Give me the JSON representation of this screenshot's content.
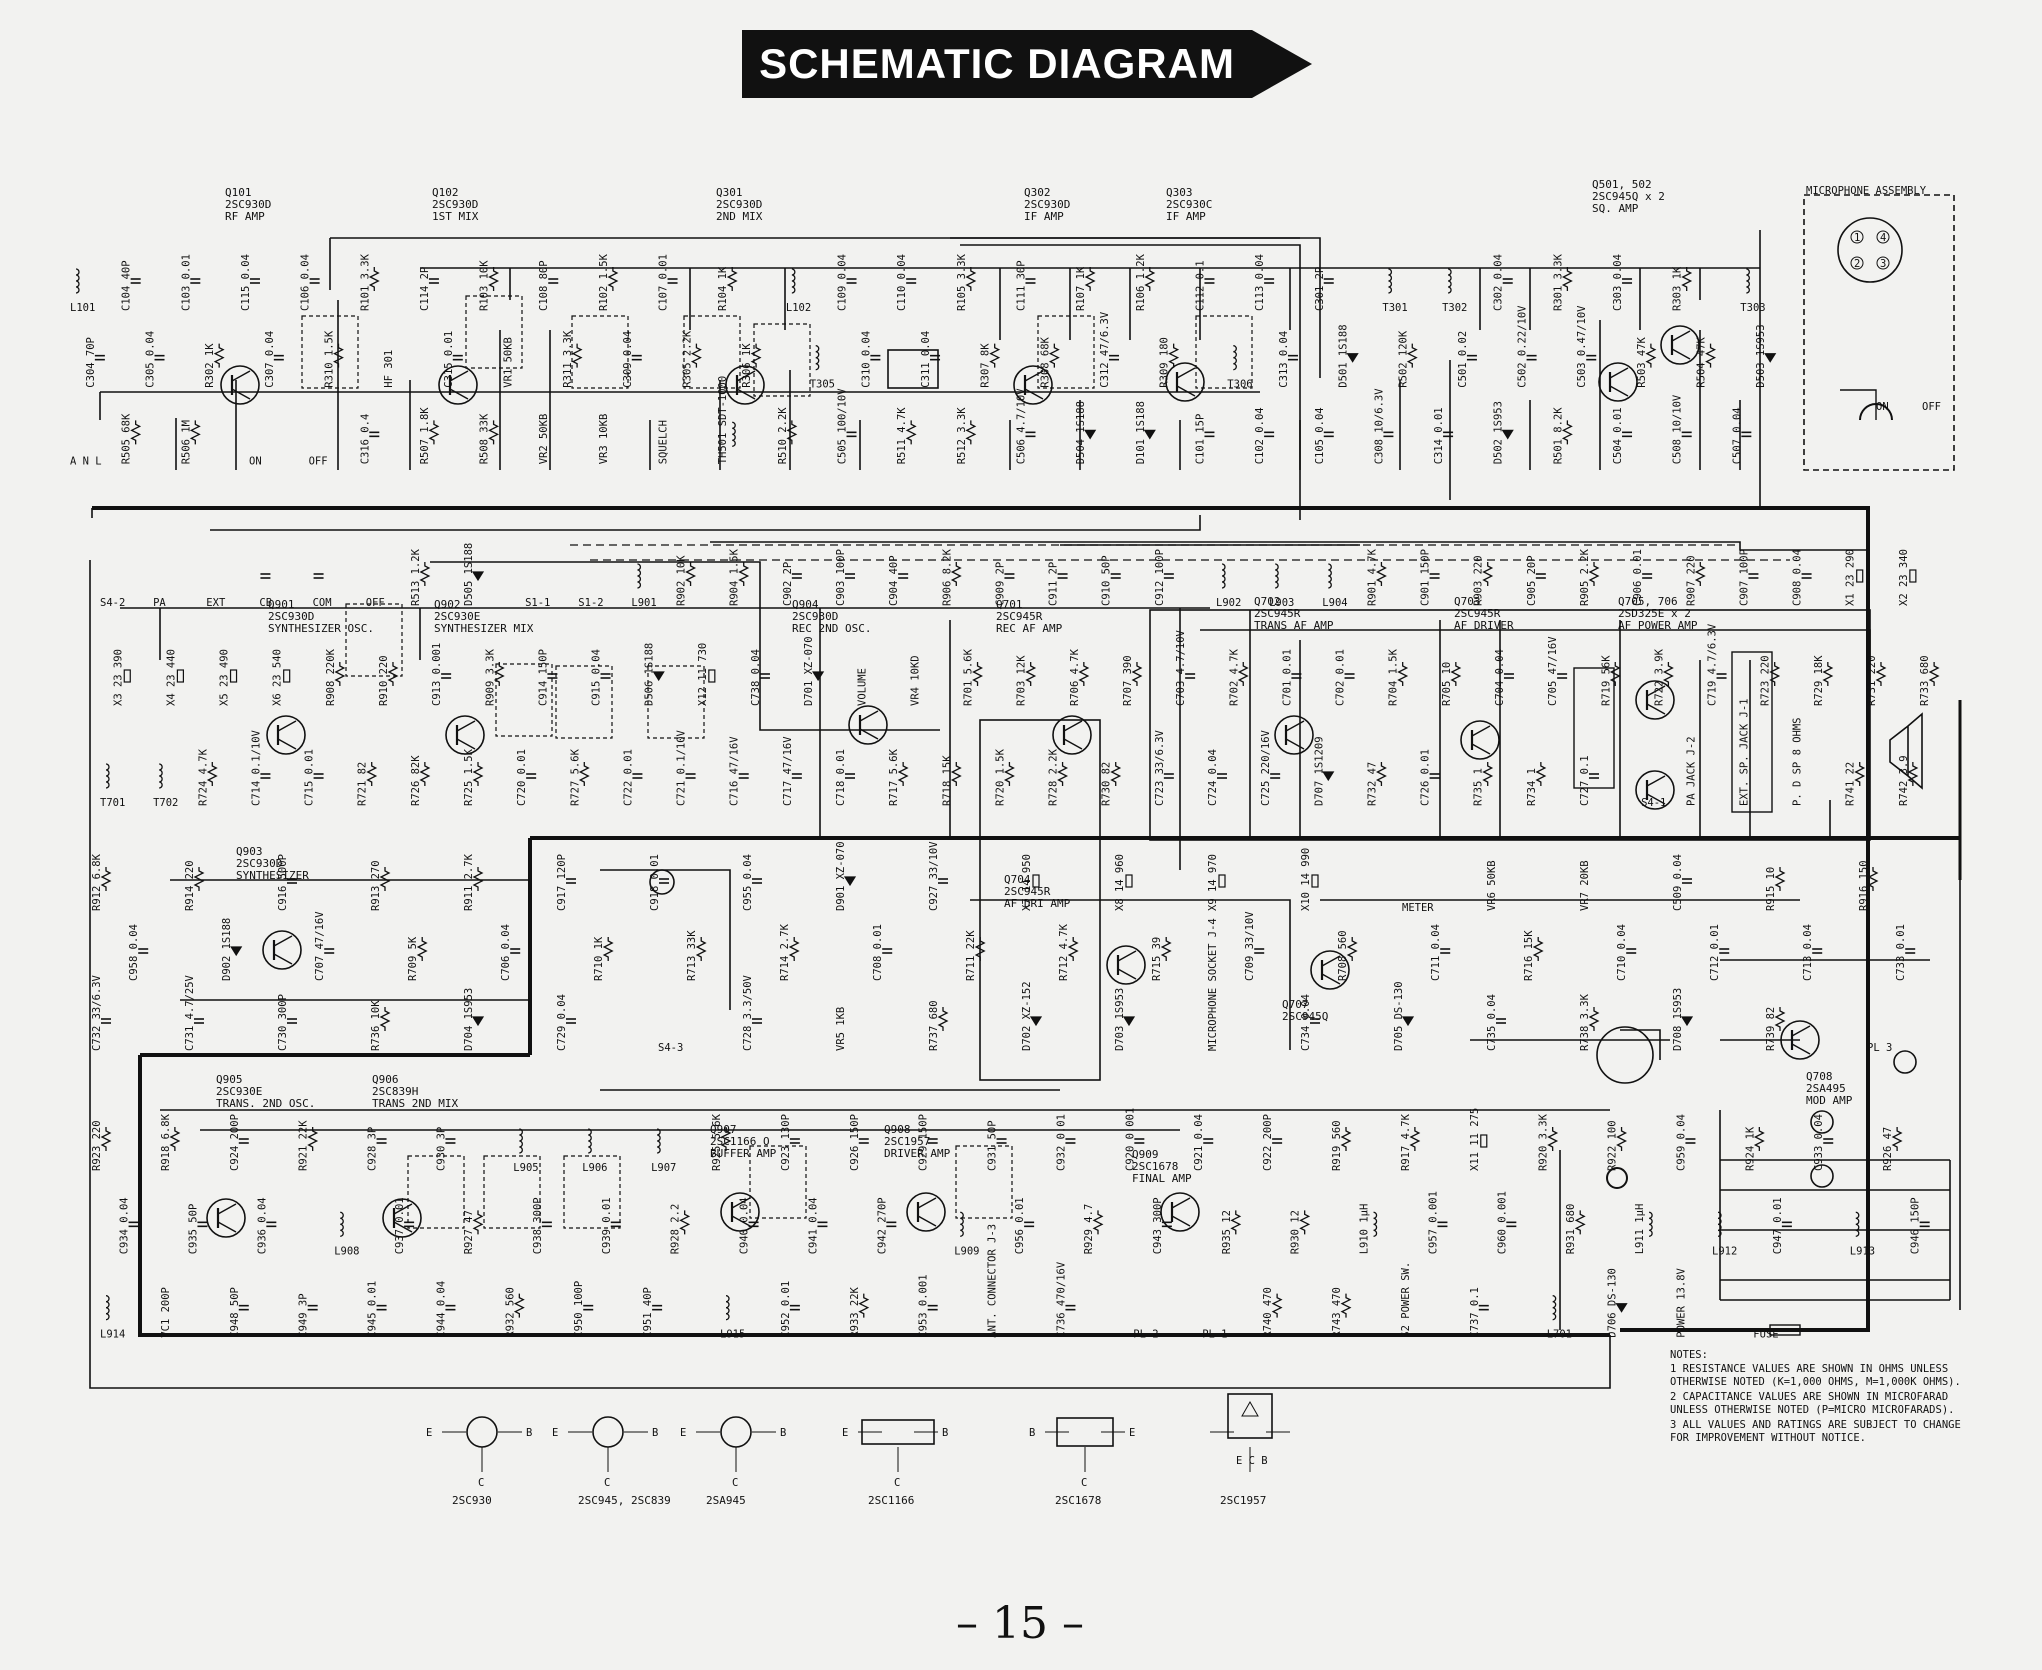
{
  "title": "SCHEMATIC DIAGRAM",
  "page_number": "– 15 –",
  "stage_titles": [
    {
      "ref": "Q101",
      "part": "2SC930D",
      "role": "RF AMP"
    },
    {
      "ref": "Q102",
      "part": "2SC930D",
      "role": "1ST MIX"
    },
    {
      "ref": "Q301",
      "part": "2SC930D",
      "role": "2ND MIX"
    },
    {
      "ref": "Q302",
      "part": "2SC930D",
      "role": "IF AMP"
    },
    {
      "ref": "Q303",
      "part": "2SC930C",
      "role": "IF AMP"
    },
    {
      "ref": "Q501, 502",
      "part": "2SC945Q x 2",
      "role": "SQ. AMP"
    },
    {
      "ref": "Q901",
      "part": "2SC930D",
      "role": "SYNTHESIZER OSC."
    },
    {
      "ref": "Q902",
      "part": "2SC930E",
      "role": "SYNTHESIZER MIX"
    },
    {
      "ref": "Q904",
      "part": "2SC930D",
      "role": "REC 2ND OSC."
    },
    {
      "ref": "Q701",
      "part": "2SC945R",
      "role": "REC AF AMP"
    },
    {
      "ref": "Q702",
      "part": "2SC945R",
      "role": "TRANS AF AMP"
    },
    {
      "ref": "Q703",
      "part": "2SC945R",
      "role": "AF DRIVER"
    },
    {
      "ref": "Q705, 706",
      "part": "2SD325E x 2",
      "role": "AF POWER AMP"
    },
    {
      "ref": "Q903",
      "part": "2SC930D",
      "role": "SYNTHESIZER"
    },
    {
      "ref": "Q704",
      "part": "2SC945R",
      "role": "AF DRI AMP"
    },
    {
      "ref": "Q905",
      "part": "2SC930E",
      "role": "TRANS. 2ND OSC."
    },
    {
      "ref": "Q906",
      "part": "2SC839H",
      "role": "TRANS 2ND MIX"
    },
    {
      "ref": "Q907",
      "part": "2SC1166 O",
      "role": "BUFFER AMP"
    },
    {
      "ref": "Q908",
      "part": "2SC1957",
      "role": "DRIVER AMP"
    },
    {
      "ref": "Q909",
      "part": "2SC1678",
      "role": "FINAL AMP"
    },
    {
      "ref": "Q707",
      "part": "2SC945Q",
      "role": ""
    },
    {
      "ref": "Q708",
      "part": "2SA495",
      "role": "MOD AMP"
    }
  ],
  "components": {
    "row1": [
      "L101",
      "C104 40P",
      "C103 0.01",
      "C115 0.04",
      "C106 0.04",
      "R101 3.3K",
      "C114 2P",
      "R103 10K",
      "C108 80P",
      "R102 1.5K",
      "C107 0.01",
      "R104 1K",
      "L102",
      "C109 0.04",
      "C110 0.04",
      "R105 3.3K",
      "C111 30P",
      "R107 1K",
      "R106 1.2K",
      "C112 0.1",
      "C113 0.04",
      "C301 2P",
      "T301",
      "T302",
      "C302 0.04",
      "R301 3.3K",
      "C303 0.04",
      "R303 1K",
      "T303",
      "C304 70P",
      "C305 0.04",
      "R302 1K",
      "C307 0.04",
      "R310 1.5K",
      "HF 301",
      "C315 0.01",
      "VR1 50KB",
      "R311 3.3K",
      "C309 0.04",
      "R305 2.2K",
      "R306 1K",
      "T305",
      "C310 0.04",
      "C311 0.04",
      "R307 8K",
      "R308 68K",
      "C312 47/6.3V",
      "R309 180",
      "T306",
      "C313 0.04",
      "D501 1S188",
      "R502 120K",
      "C501 0.02",
      "C502 0.22/10V",
      "C503 0.47/10V",
      "R503 47K",
      "R504 47K",
      "D503 1S953",
      "A N L",
      "R505 68K",
      "R506 1M",
      "ON",
      "OFF",
      "C316 0.4",
      "R507 1.8K",
      "R508 33K",
      "VR2 50KB",
      "VR3 10KB",
      "SQUELCH",
      "TH501 SDT-1000",
      "R510 2.2K",
      "C505 100/10V",
      "R511 4.7K",
      "R512 3.3K",
      "C506 4.7/10V",
      "D504 1S188",
      "D101 1S188",
      "C101 15P",
      "C102 0.04",
      "C105 0.04",
      "C308 10/6.3V",
      "C314 0.01",
      "D502 1S953",
      "R501 8.2K",
      "C504 0.01",
      "C508 10/10V",
      "C507 0.04"
    ],
    "row2": [
      "S4-2",
      "PA",
      "EXT",
      "CB",
      "COM",
      "OFF",
      "R513 1.2K",
      "D505 1S188",
      "S1-1",
      "S1-2",
      "L901",
      "R902 10K",
      "R904 1.5K",
      "C902 2P",
      "C903 100P",
      "C904 40P",
      "R906 8.2K",
      "C909 2P",
      "C911 2P",
      "C910 50P",
      "C912 100P",
      "L902",
      "L903",
      "L904",
      "R901 4.7K",
      "C901 150P",
      "R903 220",
      "C905 20P",
      "R905 2.2K",
      "C906 0.01",
      "R907 220",
      "C907 100P",
      "C908 0.04",
      "X1 23 290",
      "X2 23 340",
      "X3 23 390",
      "X4 23 440",
      "X5 23 490",
      "X6 23 540",
      "R908 220K",
      "R910 220",
      "C913 0.001",
      "R909 3.3K",
      "C914 150P",
      "C915 0.04",
      "D506 1S188",
      "X12 11 730",
      "C738 0.04",
      "D701 XZ-070",
      "VOLUME",
      "VR4 10KD",
      "R701 5.6K",
      "R703 12K",
      "R706 4.7K",
      "R707 390",
      "C703 4.7/10V",
      "R702 4.7K",
      "C701 0.01",
      "C702 0.01",
      "R704 1.5K",
      "R705 10",
      "C704 0.04",
      "C705 47/16V",
      "R719 56K",
      "R722 3.9K",
      "C719 4.7/6.3V",
      "R723 220",
      "R729 18K",
      "R731 220",
      "R733 680",
      "T701",
      "T702",
      "R724 4.7K",
      "C714 0.1/10V",
      "C715 0.01",
      "R721 82",
      "R726 82K",
      "R725 1.5K",
      "C720 0.01",
      "R727 5.6K",
      "C722 0.01",
      "C721 0.1/10V",
      "C716 47/16V",
      "C717 47/16V",
      "C718 0.01",
      "R717 5.6K",
      "R718 15K",
      "R720 1.5K",
      "R728 2.2K",
      "R730 82",
      "C723 33/6.3V",
      "C724 0.04",
      "C725 220/16V",
      "D707 1S1209",
      "R732 47",
      "C726 0.01",
      "R735 1",
      "R734 1",
      "C727 0.1",
      "S4-1",
      "PA JACK J-2",
      "EXT. SP. JACK J-1",
      "P. D SP 8 OHMS",
      "R741 22",
      "R742 3.9"
    ],
    "row3": [
      "R912 6.8K",
      "R914 220",
      "C916 500P",
      "R913 270",
      "R911 2.7K",
      "C917 120P",
      "C918 0.01",
      "C955 0.04",
      "D901 XZ-070",
      "C927 33/10V",
      "X7 14 950",
      "X8 14 960",
      "X9 14 970",
      "X10 14 990",
      "METER",
      "VR6 50KB",
      "VR7 20KB",
      "C509 0.04",
      "R915 10",
      "R916 150",
      "C958 0.04",
      "D902 1S188",
      "C707 47/16V",
      "R709 5K",
      "C706 0.04",
      "R710 1K",
      "R713 33K",
      "R714 2.7K",
      "C708 0.01",
      "R711 22K",
      "R712 4.7K",
      "R715 39",
      "C709 33/10V",
      "R708 560",
      "C711 0.04",
      "R716 15K",
      "C710 0.04",
      "C712 0.01",
      "C713 0.04",
      "C733 0.01",
      "C732 33/6.3V",
      "C731 4.7/25V",
      "C730 300P",
      "R736 10K",
      "D704 1S953",
      "C729 0.04",
      "S4-3",
      "C728 3.3/50V",
      "VR5 1KB",
      "R737 680",
      "D702 XZ-152",
      "D703 1S953",
      "MICROPHONE SOCKET J-4",
      "C734 0.04",
      "D705 DS-130",
      "C735 0.04",
      "R738 3.3K",
      "D708 1S953",
      "R739 82",
      "PL 3"
    ],
    "row4": [
      "R923 220",
      "R918 6.8K",
      "C924 200P",
      "R921 22K",
      "C928 3P",
      "C930 3P",
      "L905",
      "L906",
      "L907",
      "R925 5.6K",
      "C923 130P",
      "C926 150P",
      "C929 150P",
      "C931 50P",
      "C932 0.01",
      "C920 0.001",
      "C921 0.04",
      "C922 200P",
      "R919 560",
      "R917 4.7K",
      "X11 11 275",
      "R920 3.3K",
      "R922 100",
      "C959 0.04",
      "R924 1K",
      "C933 0.04",
      "R926 47",
      "C934 0.04",
      "C935 50P",
      "C936 0.04",
      "L908",
      "C937 0.01",
      "R927 47",
      "C938 300P",
      "C939 0.01",
      "R928 2.2",
      "C940 0.04",
      "C941 0.04",
      "C942 270P",
      "L909",
      "C956 0.01",
      "R929 4.7",
      "C943 300P",
      "R935 12",
      "R930 12",
      "L910 1μH",
      "C957 0.001",
      "C960 0.001",
      "R931 680",
      "L911 1μH",
      "L912",
      "C947 0.01",
      "L913",
      "C946 150P",
      "L914",
      "VC1 200P",
      "C948 50P",
      "C949 3P",
      "C945 0.01",
      "C944 0.04",
      "R932 560",
      "C950 100P",
      "C951 40P",
      "L915",
      "C952 0.01",
      "R933 22K",
      "C953 0.001",
      "ANT. CONNECTOR J-3",
      "C736 470/16V",
      "PL 2",
      "PL 1",
      "R740 470",
      "R743 470",
      "S2 POWER SW.",
      "C737 0.1",
      "L701",
      "D706 DS-130",
      "POWER 13.8V",
      "FUSE"
    ]
  },
  "microphone_assembly": {
    "title": "MICROPHONE ASSEMBLY",
    "pins": [
      "1",
      "2",
      "3",
      "4"
    ],
    "switch": [
      "ON",
      "OFF"
    ]
  },
  "notes": {
    "heading": "NOTES:",
    "items": [
      "1  RESISTANCE VALUES ARE SHOWN IN OHMS UNLESS",
      "   OTHERWISE NOTED (K=1,000 OHMS, M=1,000K OHMS).",
      "2  CAPACITANCE VALUES ARE SHOWN IN MICROFARAD",
      "   UNLESS OTHERWISE NOTED (P=MICRO MICROFARADS).",
      "3  ALL VALUES AND RATINGS ARE SUBJECT TO CHANGE",
      "   FOR IMPROVEMENT WITHOUT NOTICE."
    ]
  },
  "pinouts": [
    {
      "name": "2SC930",
      "pins": [
        "E",
        "B",
        "C"
      ]
    },
    {
      "name": "2SC945, 2SC839",
      "pins": [
        "E",
        "B",
        "C"
      ]
    },
    {
      "name": "2SA945",
      "pins": [
        "E",
        "B",
        "C"
      ]
    },
    {
      "name": "2SC1166",
      "pins": [
        "E",
        "B",
        "C"
      ]
    },
    {
      "name": "2SC1678",
      "pins": [
        "B",
        "E",
        "C"
      ]
    },
    {
      "name": "2SC1957",
      "pins": [
        "E C B"
      ]
    }
  ],
  "colors": {
    "ink": "#111111",
    "paper": "#f2f2f0",
    "banner": "#111111"
  }
}
